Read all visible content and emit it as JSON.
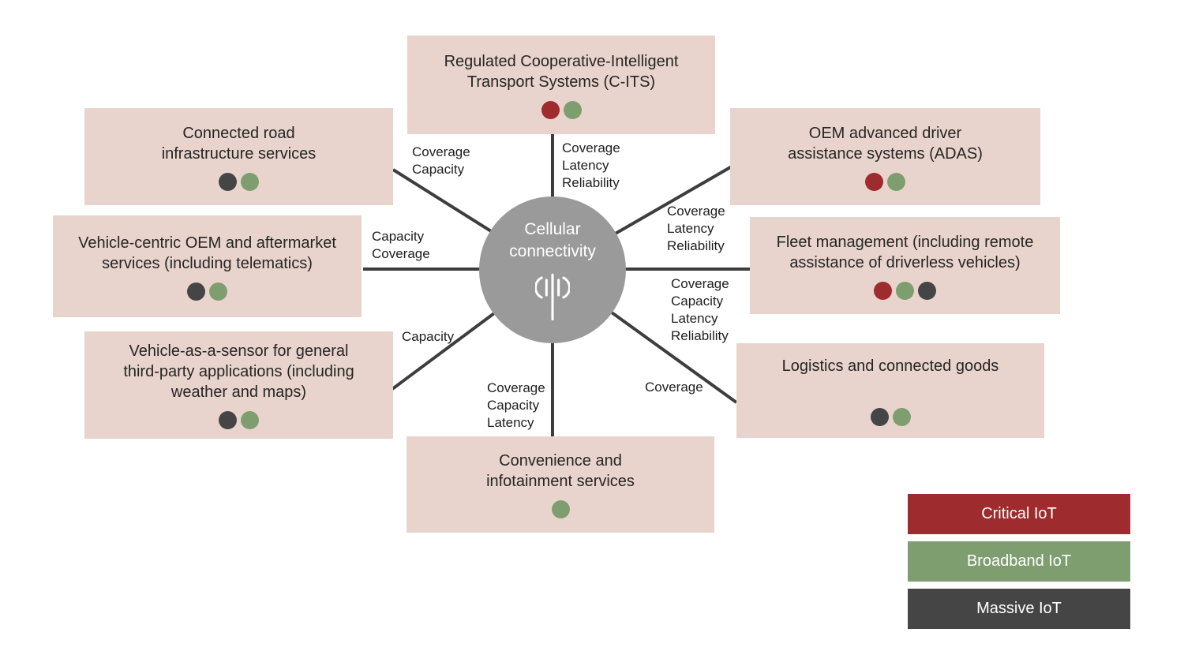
{
  "colors": {
    "critical": "#9e2b2d",
    "broadband": "#7f9e70",
    "massive": "#454545",
    "box_bg": "#e8d4cc",
    "hub_bg": "#9a9a9a",
    "line": "#3d3d3d"
  },
  "hub": {
    "label": "Cellular connectivity",
    "icon": "antenna-icon"
  },
  "nodes": [
    {
      "id": "c-its",
      "lines": [
        "Regulated Cooperative-Intelligent",
        "Transport Systems (C-ITS)"
      ],
      "dots": [
        "critical",
        "broadband"
      ],
      "requirements": [
        "Coverage",
        "Latency",
        "Reliability"
      ]
    },
    {
      "id": "adas",
      "lines": [
        "OEM advanced driver",
        "assistance systems (ADAS)"
      ],
      "dots": [
        "critical",
        "broadband"
      ],
      "requirements": [
        "Coverage",
        "Latency",
        "Reliability"
      ]
    },
    {
      "id": "fleet-management",
      "lines": [
        "Fleet management (including remote",
        "assistance of driverless vehicles)"
      ],
      "dots": [
        "critical",
        "broadband",
        "massive"
      ],
      "requirements": [
        "Coverage",
        "Capacity",
        "Latency",
        "Reliability"
      ]
    },
    {
      "id": "logistics",
      "lines": [
        "Logistics and connected goods"
      ],
      "dots": [
        "massive",
        "broadband"
      ],
      "requirements": [
        "Coverage"
      ]
    },
    {
      "id": "convenience",
      "lines": [
        "Convenience and",
        "infotainment services"
      ],
      "dots": [
        "broadband"
      ],
      "requirements": [
        "Coverage",
        "Capacity",
        "Latency"
      ]
    },
    {
      "id": "vehicle-as-a-sensor",
      "lines": [
        "Vehicle-as-a-sensor for general",
        "third-party applications (including",
        "weather and maps)"
      ],
      "dots": [
        "massive",
        "broadband"
      ],
      "requirements": [
        "Capacity"
      ]
    },
    {
      "id": "vehicle-centric-oem",
      "lines": [
        "Vehicle-centric OEM and aftermarket",
        "services (including telematics)"
      ],
      "dots": [
        "massive",
        "broadband"
      ],
      "requirements": [
        "Capacity",
        "Coverage"
      ]
    },
    {
      "id": "connected-road",
      "lines": [
        "Connected road",
        "infrastructure services"
      ],
      "dots": [
        "massive",
        "broadband"
      ],
      "requirements": [
        "Coverage",
        "Capacity"
      ]
    }
  ],
  "legend": [
    {
      "label": "Critical IoT",
      "key": "critical"
    },
    {
      "label": "Broadband IoT",
      "key": "broadband"
    },
    {
      "label": "Massive IoT",
      "key": "massive"
    }
  ]
}
